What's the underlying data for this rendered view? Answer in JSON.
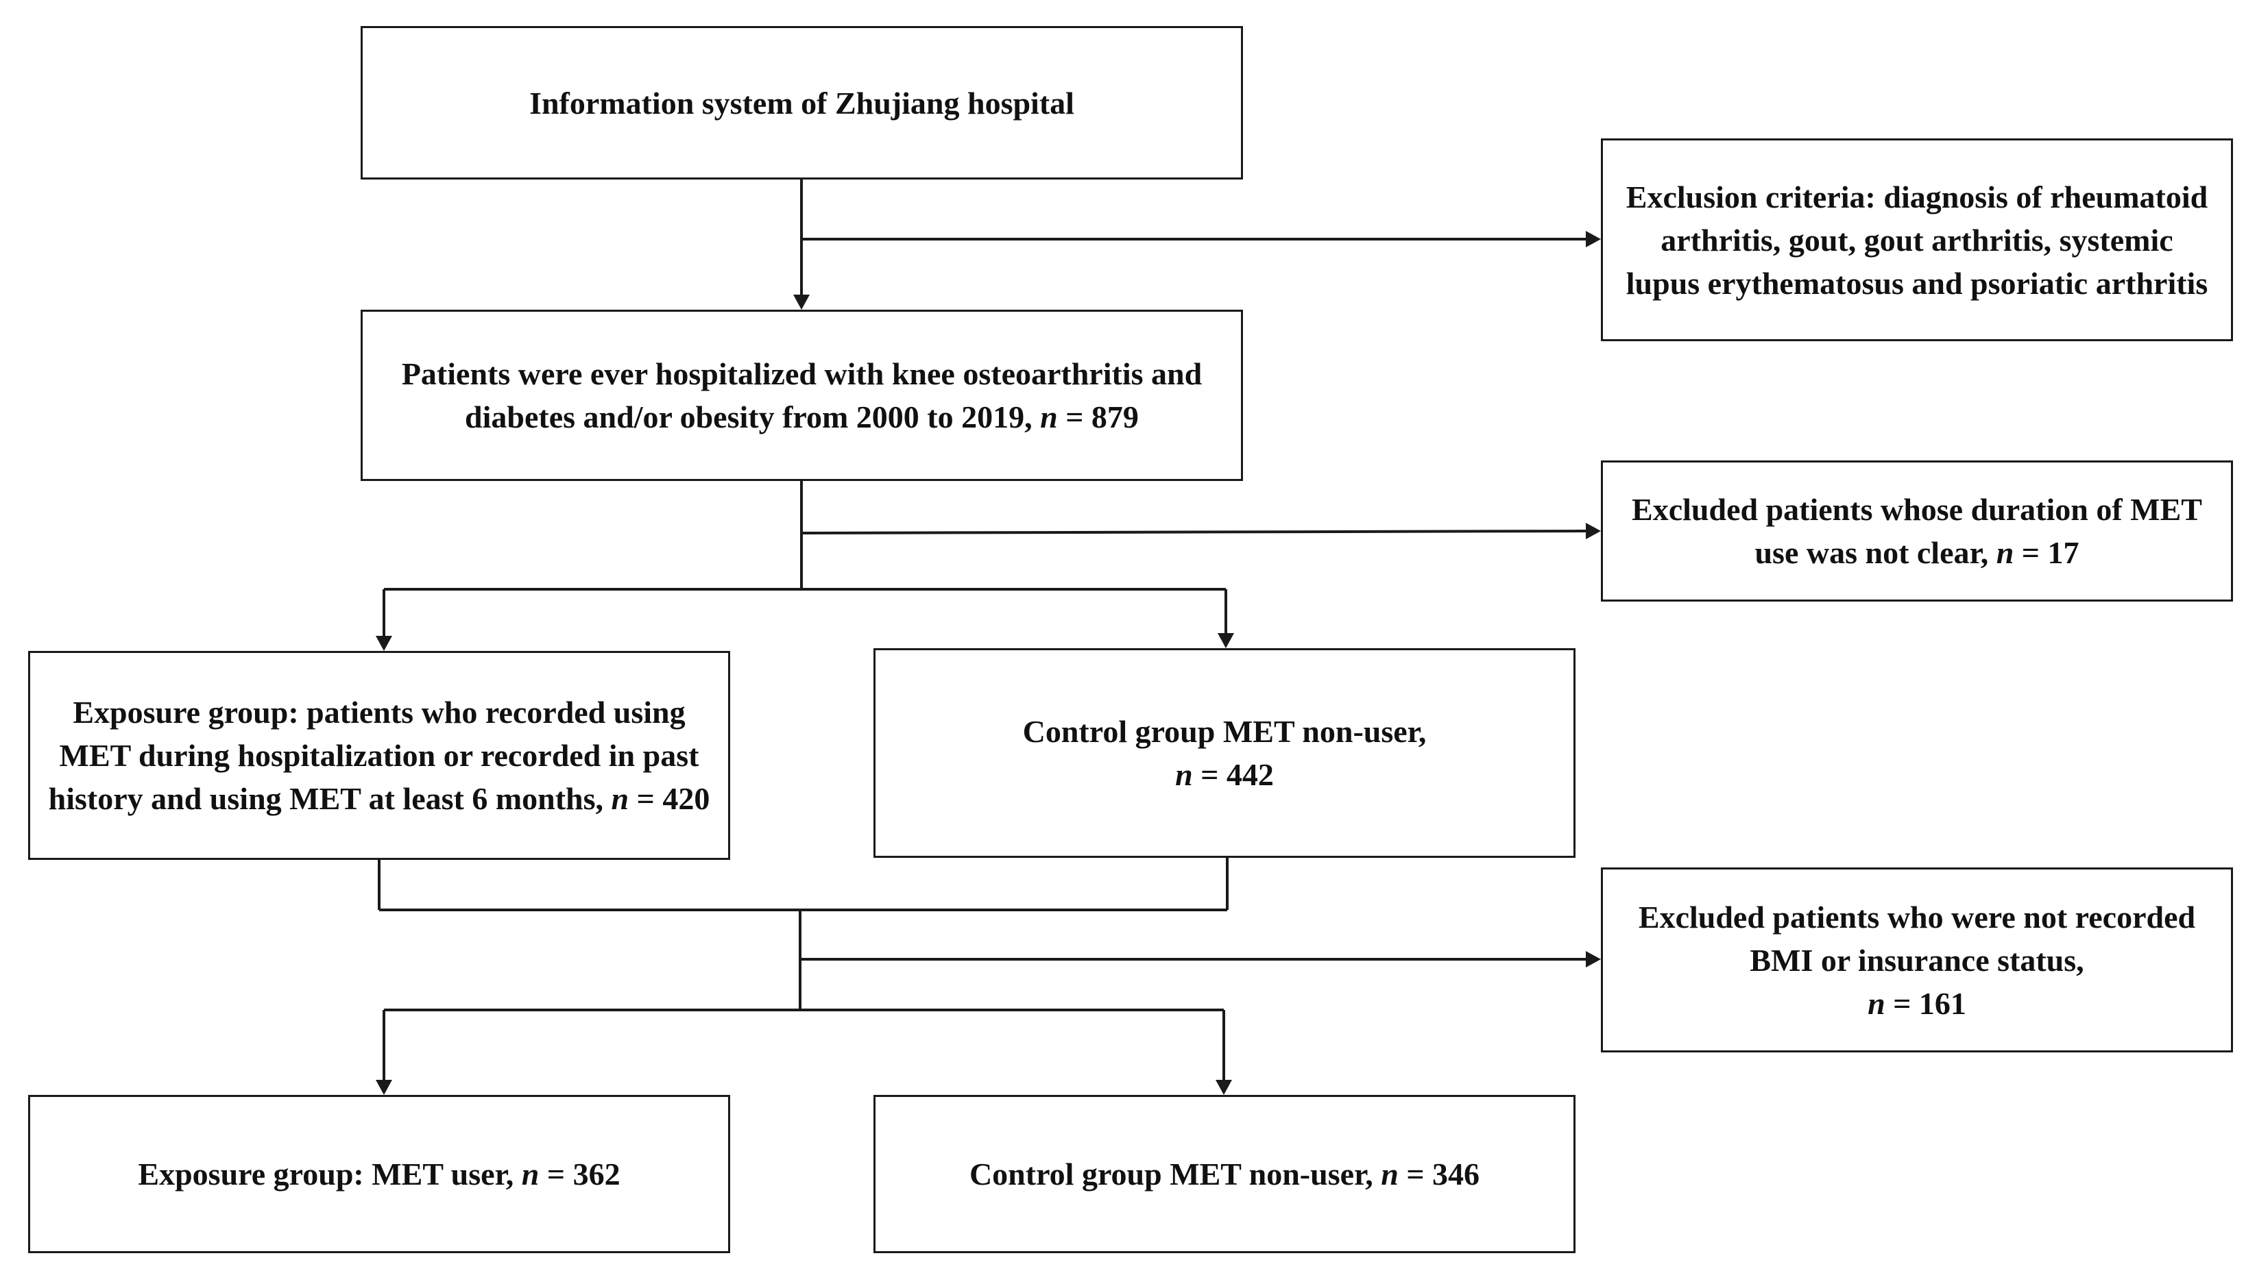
{
  "boxes": {
    "info": {
      "text": "Information system of Zhujiang hospital"
    },
    "patients": {
      "text": "Patients were ever hospitalized with knee osteoarthritis and diabetes and/or obesity from 2000 to 2019,",
      "n_symbol": "n",
      "n_value": " = 879"
    },
    "exclusion_criteria": {
      "text": "Exclusion criteria: diagnosis of rheumatoid arthritis, gout, gout arthritis, systemic lupus erythematosus and psoriatic arthritis"
    },
    "excluded_duration": {
      "text": "Excluded patients whose duration of MET use was not clear,",
      "n_symbol": "n",
      "n_value": " = 17"
    },
    "exposure_group_1": {
      "text": "Exposure group: patients who recorded using MET during hospitalization or recorded in past history and using MET at least 6 months,",
      "n_symbol": "n",
      "n_value": " = 420"
    },
    "control_group_1": {
      "text": "Control group MET non-user,",
      "n_symbol": "n",
      "n_value": " = 442"
    },
    "excluded_bmi": {
      "text": "Excluded patients who were not recorded BMI or insurance status,",
      "n_symbol": "n",
      "n_value": " = 161"
    },
    "exposure_group_2": {
      "text": "Exposure group: MET user,",
      "n_symbol": "n",
      "n_value": " = 362"
    },
    "control_group_2": {
      "text": "Control group MET non-user,",
      "n_symbol": "n",
      "n_value": " = 346"
    }
  },
  "colors": {
    "line": "#1a1a1a",
    "text": "#111111",
    "background": "#ffffff"
  }
}
